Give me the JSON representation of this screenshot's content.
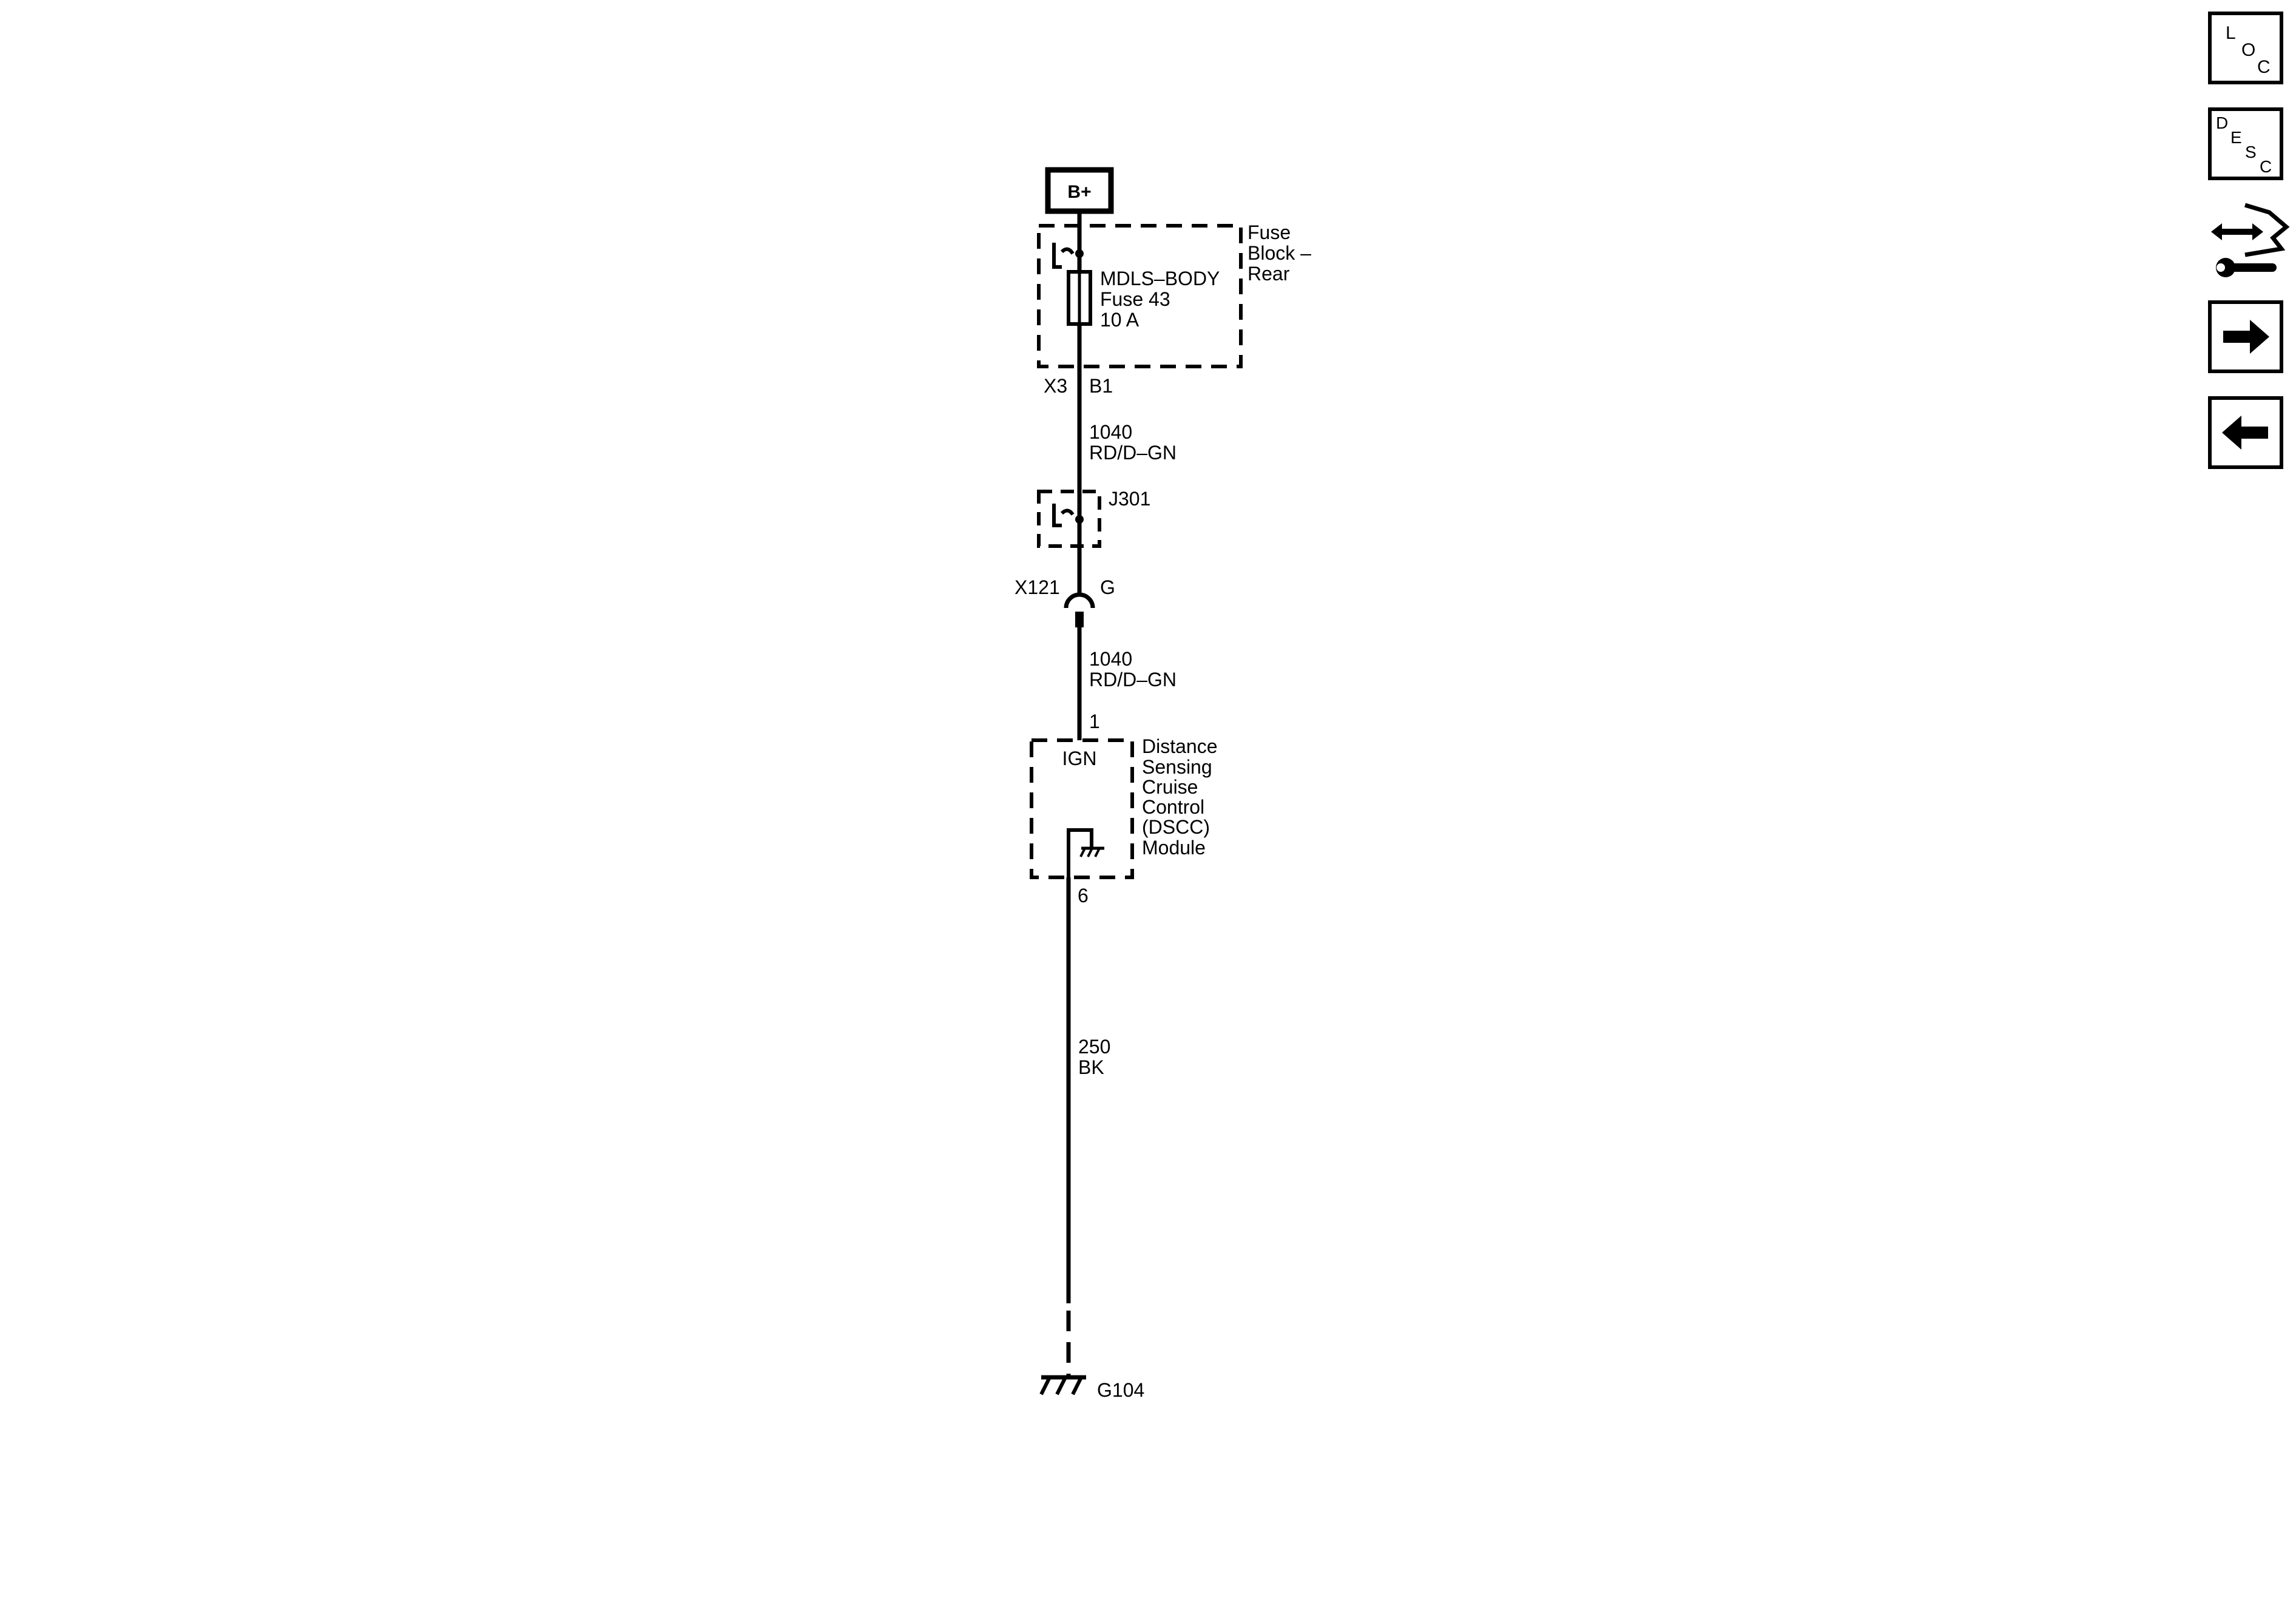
{
  "source": {
    "label": "B+"
  },
  "fuse_block": {
    "name_lines": [
      "Fuse",
      "Block –",
      "Rear"
    ],
    "fuse_lines": [
      "MDLS–BODY",
      "Fuse 43",
      "10 A"
    ],
    "connector": "X3",
    "pin": "B1"
  },
  "wire_upper": {
    "circuit": "1040",
    "color": "RD/D–GN"
  },
  "splice": {
    "label": "J301"
  },
  "inline_connector": {
    "connector": "X121",
    "pin": "G"
  },
  "wire_middle": {
    "circuit": "1040",
    "color": "RD/D–GN"
  },
  "module": {
    "pin_in": "1",
    "pin_in_label": "IGN",
    "pin_out": "6",
    "name_lines": [
      "Distance",
      "Sensing",
      "Cruise",
      "Control",
      "(DSCC)",
      "Module"
    ]
  },
  "wire_lower": {
    "circuit": "250",
    "color": "BK"
  },
  "ground": {
    "label": "G104"
  },
  "nav": {
    "loc": [
      "L",
      "O",
      "C"
    ],
    "desc": [
      "D",
      "E",
      "S",
      "C"
    ],
    "icons": [
      "connector-wrench-icon",
      "arrow-right-icon",
      "arrow-left-icon"
    ]
  },
  "colors": {
    "ink": "#000000",
    "background": "#ffffff"
  }
}
